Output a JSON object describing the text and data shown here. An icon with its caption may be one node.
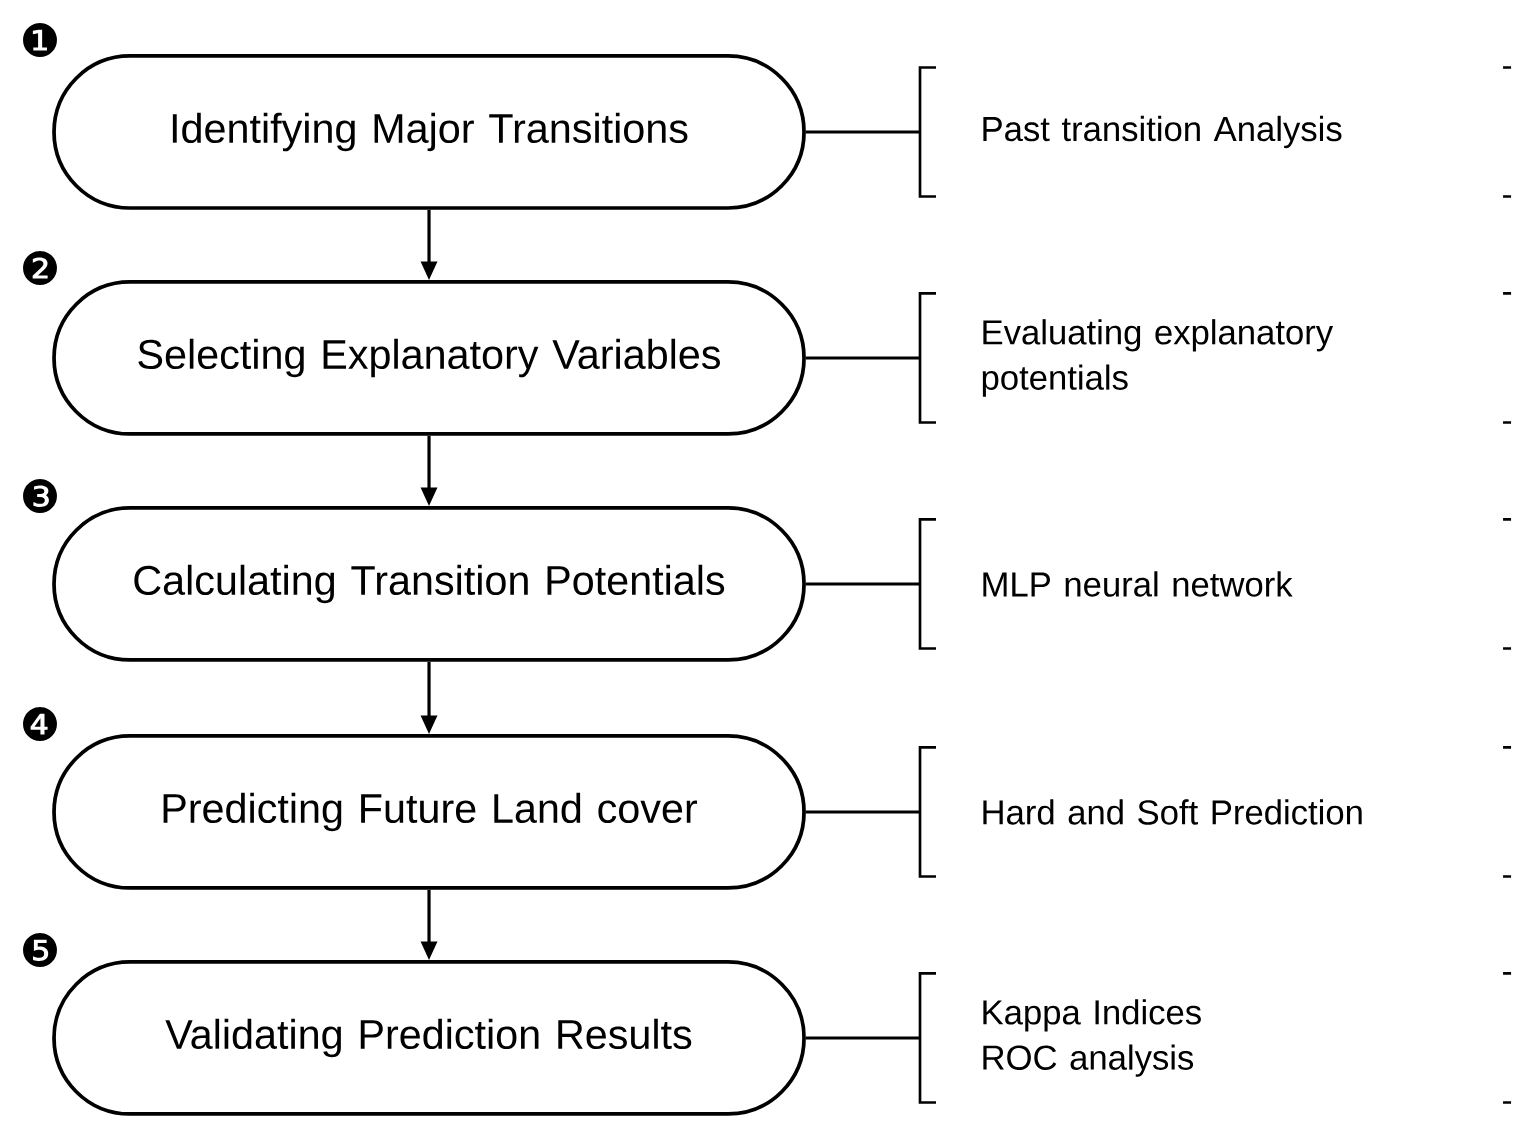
{
  "diagram": {
    "nodes": [
      {
        "text": [
          "Identifying Major Transitions"
        ],
        "beside": [
          "❶"
        ]
      },
      {
        "text": [
          "Selecting Explanatory Variables"
        ],
        "beside": [
          "❷"
        ]
      },
      {
        "text": [
          "Calculating Transition Potentials"
        ],
        "beside": [
          "❸"
        ]
      },
      {
        "text": [
          "Predicting Future Land cover"
        ],
        "beside": [
          "❹"
        ]
      },
      {
        "text": [
          "Validating Prediction Results"
        ],
        "beside": [
          "❺"
        ]
      },
      {
        "text": [
          "Past transition Analysis"
        ]
      },
      {
        "text": [
          "Evaluating explanatory potentials"
        ]
      },
      {
        "text": [
          "MLP neural network"
        ]
      },
      {
        "text": [
          "Hard and Soft Prediction"
        ]
      },
      {
        "text": [
          "Kappa Indices",
          "ROC analysis"
        ]
      }
    ],
    "edges": [
      {
        "from": 0,
        "to": 1,
        "arrow": "to"
      },
      {
        "from": 1,
        "to": 2,
        "arrow": "to"
      },
      {
        "from": 2,
        "to": 3,
        "arrow": "to"
      },
      {
        "from": 3,
        "to": 4,
        "arrow": "to"
      },
      {
        "from": 0,
        "to": 5,
        "arrow": "none"
      },
      {
        "from": 1,
        "to": 6,
        "arrow": "none"
      },
      {
        "from": 2,
        "to": 7,
        "arrow": "none"
      },
      {
        "from": 3,
        "to": 8,
        "arrow": "none"
      },
      {
        "from": 4,
        "to": 9,
        "arrow": "none"
      }
    ]
  }
}
